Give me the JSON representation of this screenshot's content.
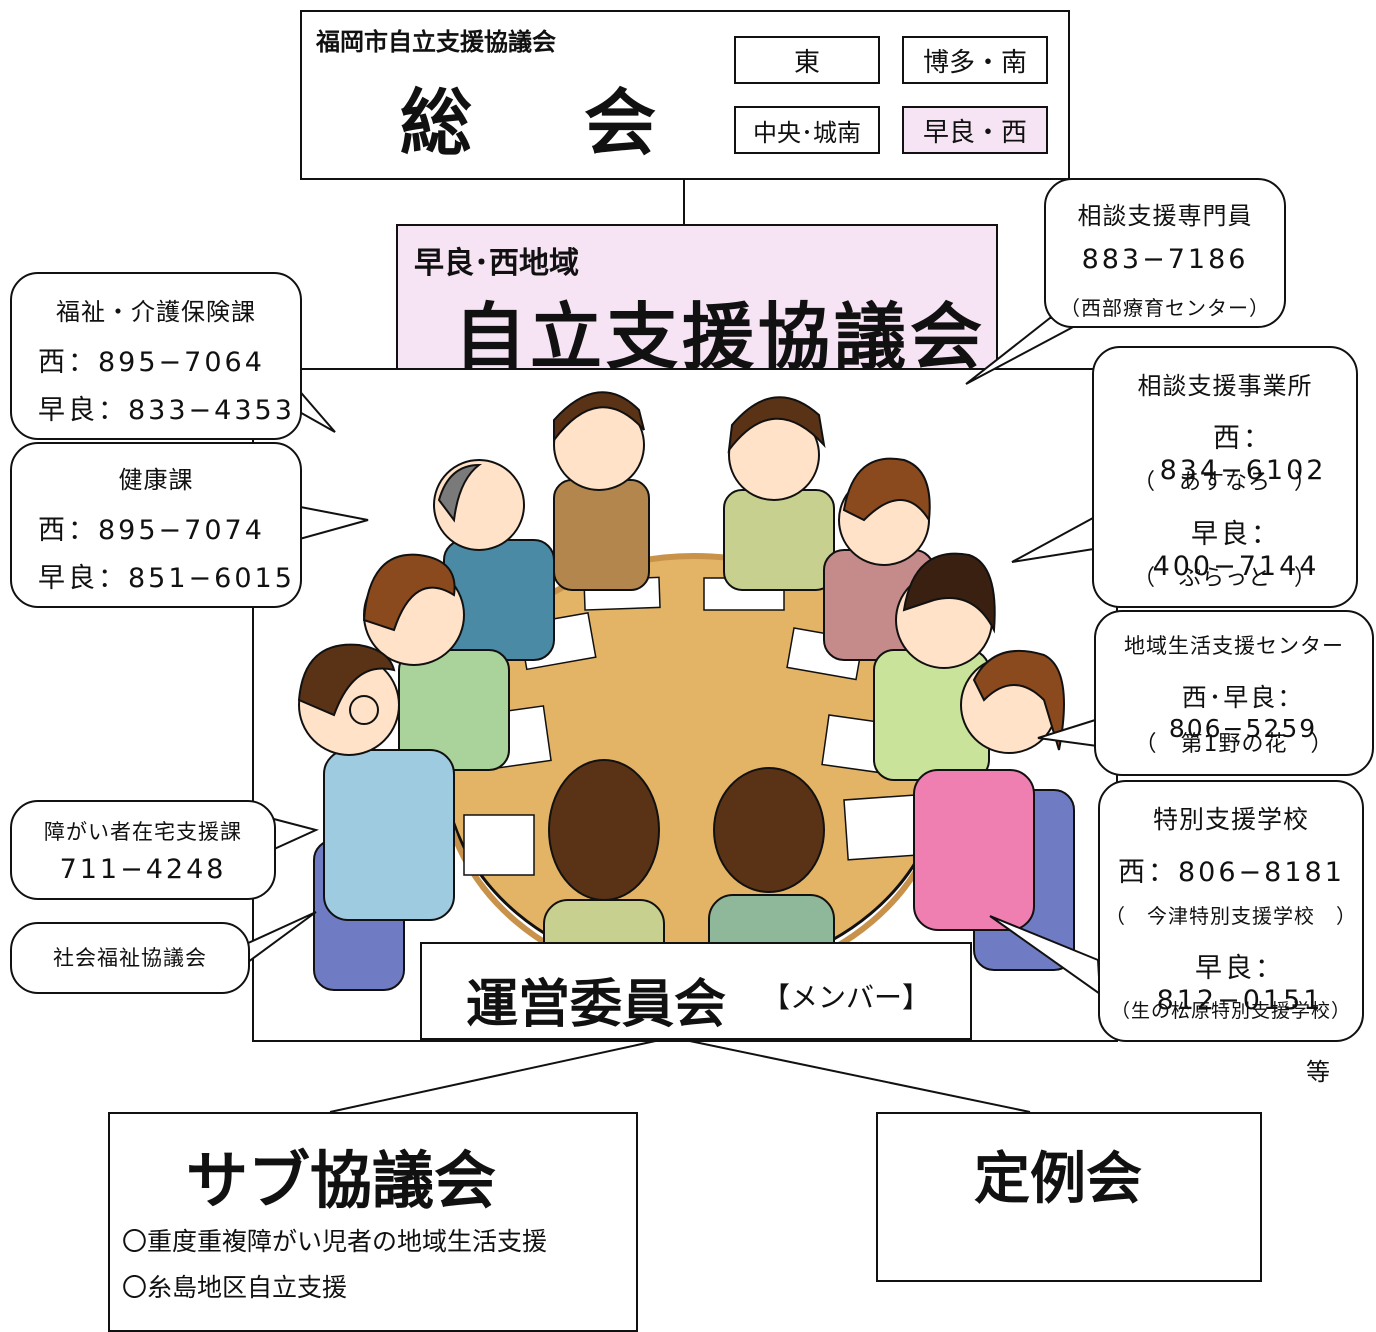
{
  "general_assembly": {
    "org": "福岡市自立支援協議会",
    "title": "総　会",
    "districts": [
      {
        "label": "東",
        "highlight": false
      },
      {
        "label": "博多・南",
        "highlight": false
      },
      {
        "label": "中央･城南",
        "highlight": false
      },
      {
        "label": "早良・西",
        "highlight": true
      }
    ]
  },
  "regional_council": {
    "area": "早良･西地域",
    "title": "自立支援協議会"
  },
  "callouts": {
    "welfare": {
      "title": "福祉・介護保険課",
      "line1": "西：895−7064",
      "line2": "早良：833−4353"
    },
    "health": {
      "title": "健康課",
      "line1": "西：895−7074",
      "line2": "早良：851−6015"
    },
    "disability_home": {
      "title": "障がい者在宅支援課",
      "line1": "711−4248"
    },
    "social_welfare": {
      "title": "社会福祉協議会"
    },
    "consult_specialist": {
      "title": "相談支援専門員",
      "line1": "883−7186",
      "line2": "（西部療育センター）"
    },
    "consult_office": {
      "title": "相談支援事業所",
      "line1": "西：834−6102",
      "line2": "（　あすなろ　）",
      "line3": "早良：400−7144",
      "line4": "（　ぷらっと　）"
    },
    "community_center": {
      "title": "地域生活支援センター",
      "line1": "西･早良：806−5259",
      "line2": "（　第1野の花　）"
    },
    "special_school": {
      "title": "特別支援学校",
      "line1": "西：806−8181",
      "line2": "（　今津特別支援学校　）",
      "line3": "早良：812−0151",
      "line4": "（生の松原特別支援学校）"
    }
  },
  "committee": {
    "title": "運営委員会",
    "members_label": "【メンバー】",
    "etc": "等"
  },
  "sub_council": {
    "title": "サブ協議会",
    "items": [
      "〇重度重複障がい児者の地域生活支援",
      "〇糸島地区自立支援"
    ]
  },
  "regular_meeting": {
    "title": "定例会"
  },
  "colors": {
    "highlight_pink": "#f6e4f4",
    "table": "#e3b366",
    "table_edge": "#c8924a",
    "chair": "#6f7cc4"
  }
}
